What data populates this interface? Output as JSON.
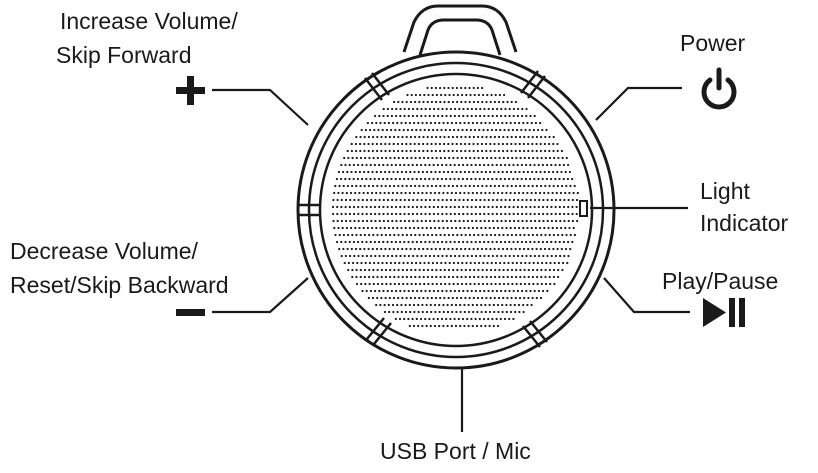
{
  "labels": {
    "increase_line1": "Increase Volume/",
    "increase_line2": "Skip Forward",
    "power": "Power",
    "light_line1": "Light",
    "light_line2": "Indicator",
    "decrease_line1": "Decrease Volume/",
    "decrease_line2": "Reset/Skip Backward",
    "play_pause": "Play/Pause",
    "usb": "USB Port / Mic"
  },
  "icons": {
    "plus": "plus-icon",
    "minus": "minus-icon",
    "power": "power-icon",
    "play_pause": "play-pause-icon"
  },
  "colors": {
    "ink": "#1a1a1a",
    "background": "#ffffff"
  }
}
